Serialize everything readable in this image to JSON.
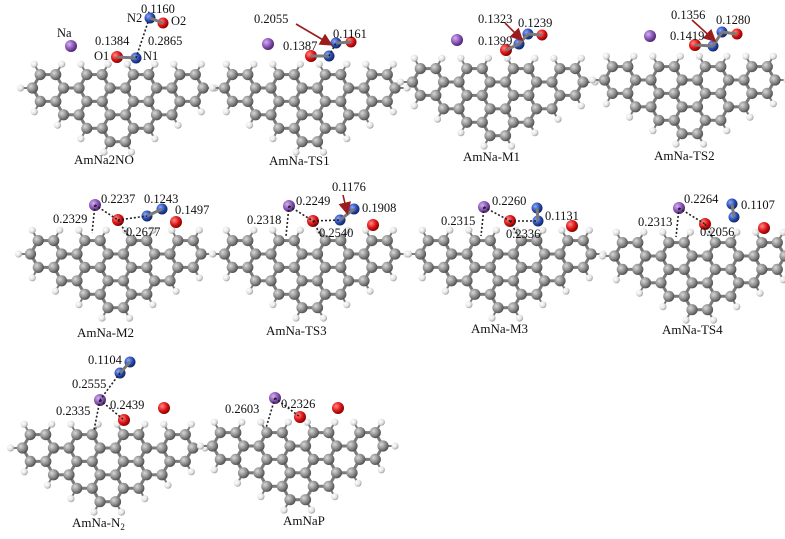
{
  "colors": {
    "carbon": "#8f8f8f",
    "carbon_dark": "#5a5a5a",
    "hydrogen": "#ececec",
    "hydrogen_dark": "#9a9a9a",
    "oxygen": "#e01515",
    "nitrogen": "#2a4fb8",
    "sodium": "#8a55b8",
    "arrow": "#9b1c1c",
    "bond": "#7a7a7a"
  },
  "panels": [
    {
      "caption": "AmNa2NO",
      "labels": [
        "Na",
        "N2",
        "0.1160",
        "O2",
        "0.1384",
        "O1",
        "N1",
        "0.2865"
      ]
    },
    {
      "caption": "AmNa-TS1",
      "labels": [
        "0.2055",
        "0.1161",
        "0.1387"
      ]
    },
    {
      "caption": "AmNa-M1",
      "labels": [
        "0.1323",
        "0.1239",
        "0.1399"
      ]
    },
    {
      "caption": "AmNa-TS2",
      "labels": [
        "0.1356",
        "0.1280",
        "0.1419"
      ]
    },
    {
      "caption": "AmNa-M2",
      "labels": [
        "0.2237",
        "0.1243",
        "0.2329",
        "0.1497",
        "0.2677"
      ]
    },
    {
      "caption": "AmNa-TS3",
      "labels": [
        "0.1176",
        "0.2249",
        "0.1908",
        "0.2318",
        "0.2540"
      ]
    },
    {
      "caption": "AmNa-M3",
      "labels": [
        "0.2260",
        "0.1131",
        "0.2315",
        "0.2336"
      ]
    },
    {
      "caption": "AmNa-TS4",
      "labels": [
        "0.2264",
        "0.1107",
        "0.2313",
        "0.2056"
      ]
    },
    {
      "caption_main": "AmNa-N",
      "caption_sub": "2",
      "labels": [
        "0.1104",
        "0.2555",
        "0.2335",
        "0.2439"
      ]
    },
    {
      "caption": "AmNaP",
      "labels": [
        "0.2603",
        "0.2326"
      ]
    }
  ]
}
